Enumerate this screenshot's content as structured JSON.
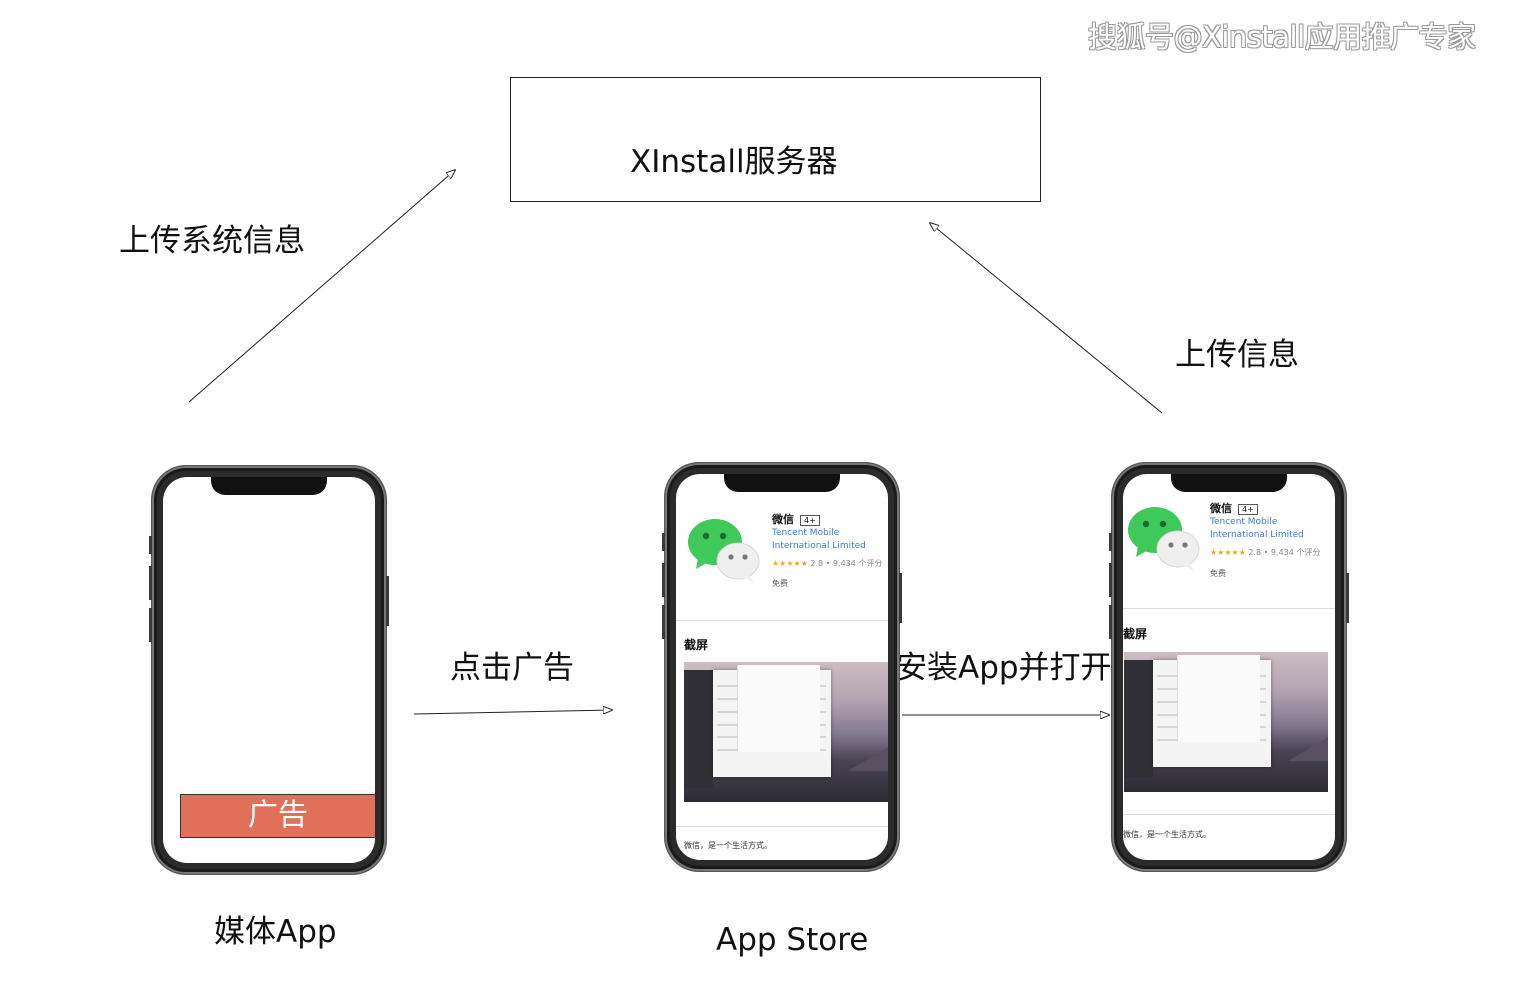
{
  "watermark": "搜狐号@Xinstall应用推广专家",
  "server": {
    "label": "XInstall服务器"
  },
  "edges": {
    "upload_system_info": "上传系统信息",
    "upload_info": "上传信息",
    "click_ad": "点击广告",
    "install_open": "安装App并打开"
  },
  "phones": {
    "media": {
      "caption": "媒体App",
      "ad_label": "广告"
    },
    "store": {
      "caption": "App Store"
    }
  },
  "appstore": {
    "app_name": "微信",
    "age": "4+",
    "developer": "Tencent Mobile International Limited",
    "rating": "2.8 • 9,434 个评分",
    "stars": "★★★★★",
    "price": "免费",
    "screenshots_title": "截屏",
    "description": "微信，是一个生活方式。"
  },
  "colors": {
    "ad_banner": "#e0705a",
    "wechat_green": "#3ec95a"
  }
}
